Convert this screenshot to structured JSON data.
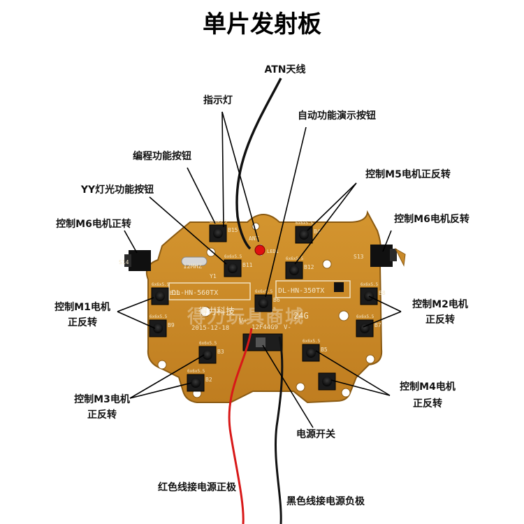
{
  "title": "单片发射板",
  "labels": {
    "antenna": "ATN天线",
    "indicator": "指示灯",
    "auto_demo": "自动功能演示按钮",
    "program": "编程功能按钮",
    "yy_light": "YY灯光功能按钮",
    "m5": "控制M5电机正反转",
    "m6_reverse": "控制M6电机反转",
    "m6_forward": "控制M6电机正转",
    "m1_line1": "控制M1电机",
    "m1_line2": "正反转",
    "m2_line1": "控制M2电机",
    "m2_line2": "正反转",
    "m3_line1": "控制M3电机",
    "m3_line2": "正反转",
    "m4_line1": "控制M4电机",
    "m4_line2": "正反转",
    "power_switch": "电源开关",
    "red_wire": "红色线接电源正极",
    "black_wire": "黑色线接电源负极"
  },
  "board": {
    "freq": "12MHZ",
    "crystal": "Y1",
    "model_left": "DL-HN-560TX",
    "model_right": "DL-HN-350TX",
    "company": "得力科技",
    "date": "2015-12-18",
    "band": "24G",
    "chip": "12F44G9",
    "v_plus": "V+",
    "v_minus": "V-",
    "ant": "ANT",
    "led": "LED1",
    "watermark": "得力玩具商城",
    "button_names": [
      "B15",
      "B4",
      "B11",
      "B12",
      "B10",
      "B8",
      "B9",
      "B7",
      "B6",
      "B5",
      "B3",
      "B2"
    ],
    "switch_names": [
      "S14",
      "S13"
    ],
    "size_mark": "6x6x5.5"
  },
  "colors": {
    "board": "#c98a2a",
    "board_edge": "#8a5a12",
    "red_wire": "#d81818",
    "black_wire": "#111111",
    "led": "#e01010"
  }
}
